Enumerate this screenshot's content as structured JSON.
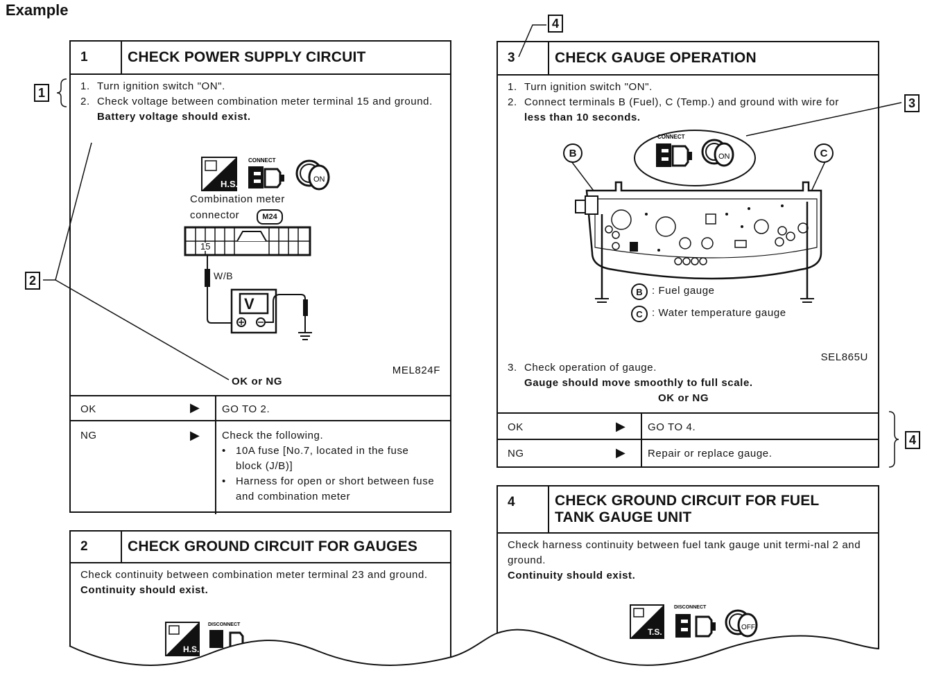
{
  "page_title": "Example",
  "callouts": [
    "1",
    "2",
    "3",
    "4",
    "4"
  ],
  "step1": {
    "num": "1",
    "heading": "CHECK POWER SUPPLY CIRCUIT",
    "items": [
      {
        "n": "1.",
        "text": "Turn ignition switch \"ON\"."
      },
      {
        "n": "2.",
        "text": "Check voltage between combination meter terminal 15 and ground."
      }
    ],
    "bold_line": "Battery voltage should exist.",
    "icons": [
      "H.S.",
      "CONNECT",
      "ON"
    ],
    "connector_label_1": "Combination meter",
    "connector_label_2": "connector",
    "connector_code": "M24",
    "terminal": "15",
    "wire": "W/B",
    "meter": "V",
    "figure_code": "MEL824F",
    "ok_ng": "OK or NG",
    "results": [
      {
        "label": "OK",
        "text": "GO TO 2."
      },
      {
        "label": "NG",
        "text": "Check the following.",
        "bullets": [
          "10A fuse [No.7, located in the fuse block (J/B)]",
          "Harness for open or short between fuse and combination meter"
        ]
      }
    ]
  },
  "step2": {
    "num": "2",
    "heading": "CHECK GROUND CIRCUIT FOR GAUGES",
    "text": "Check continuity between combination meter terminal 23 and ground.",
    "bold_line": "Continuity should exist.",
    "icons": [
      "H.S.",
      "DISCONNECT"
    ]
  },
  "step3": {
    "num": "3",
    "heading": "CHECK GAUGE OPERATION",
    "items": [
      {
        "n": "1.",
        "text": "Turn ignition switch \"ON\"."
      },
      {
        "n": "2.",
        "text": "Connect terminals B (Fuel), C (Temp.) and ground with wire for "
      }
    ],
    "items_bold_tail": "less than 10 seconds.",
    "icons": [
      "CONNECT",
      "ON"
    ],
    "marker_b": "B",
    "marker_c": "C",
    "legend_b": ": Fuel   gauge",
    "legend_c": ": Water temperature gauge",
    "figure_code": "SEL865U",
    "item3_n": "3.",
    "item3_text": "Check operation of gauge.",
    "bold_line": "Gauge should move smoothly to full scale.",
    "ok_ng": "OK or NG",
    "results": [
      {
        "label": "OK",
        "text": "GO TO 4."
      },
      {
        "label": "NG",
        "text": "Repair or replace gauge."
      }
    ]
  },
  "step4": {
    "num": "4",
    "heading_1": "CHECK GROUND CIRCUIT FOR FUEL",
    "heading_2": "TANK GAUGE UNIT",
    "text": "Check harness continuity between fuel tank gauge unit termi-nal 2 and ground.",
    "bold_line": "Continuity should exist.",
    "icons": [
      "T.S.",
      "DISCONNECT",
      "OFF"
    ]
  },
  "colors": {
    "ink": "#111111",
    "paper": "#ffffff"
  }
}
